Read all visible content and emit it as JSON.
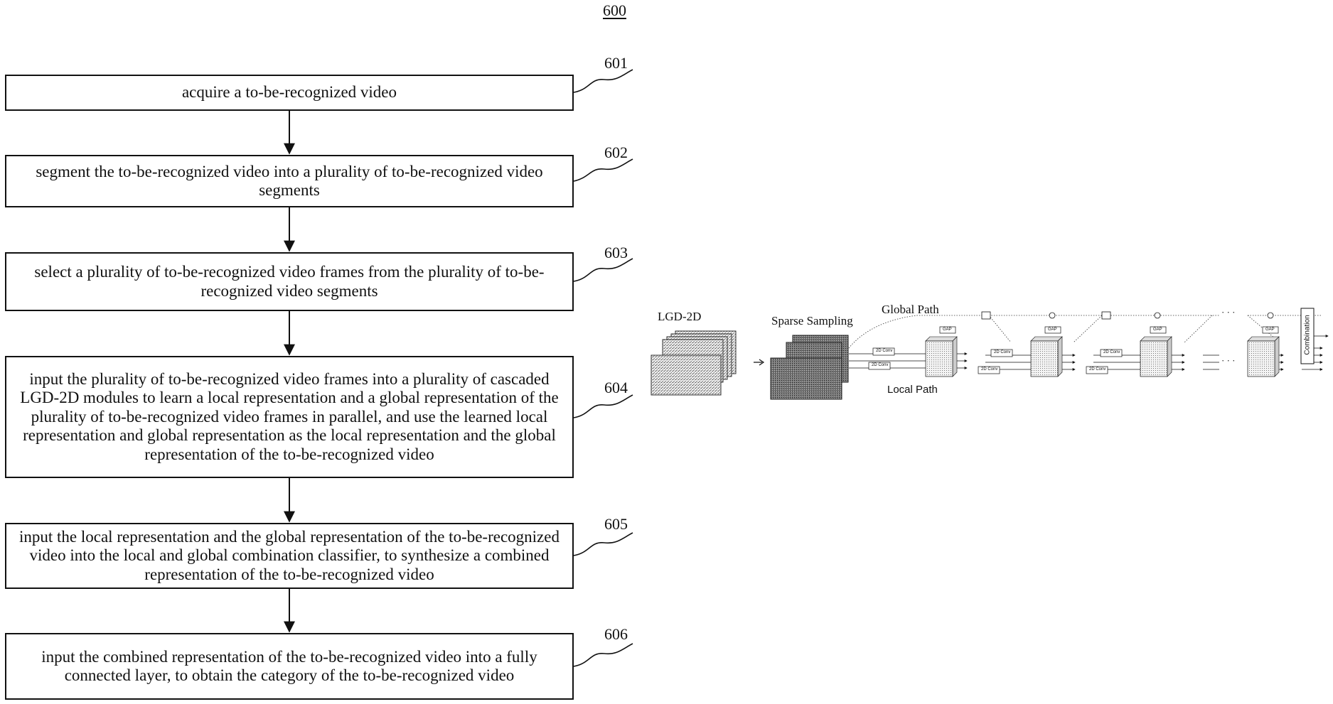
{
  "figure_number": "600",
  "steps": [
    {
      "ref": "601",
      "text": "acquire a to-be-recognized video"
    },
    {
      "ref": "602",
      "text": "segment the to-be-recognized video into a plurality of to-be-recognized video segments"
    },
    {
      "ref": "603",
      "text": "select a plurality of to-be-recognized video frames from the plurality of to-be-recognized video segments"
    },
    {
      "ref": "604",
      "text": "input the plurality of to-be-recognized video frames into a plurality of cascaded LGD-2D modules to learn a local representation and a global representation of the plurality of to-be-recognized video frames in parallel, and use the learned local representation and global representation as the local representation and the global representation of the to-be-recognized video"
    },
    {
      "ref": "605",
      "text": "input the local representation and the global representation of the to-be-recognized video into the local and global combination classifier, to synthesize a combined representation of the to-be-recognized video"
    },
    {
      "ref": "606",
      "text": "input the combined representation of the to-be-recognized video into a fully connected layer, to obtain the category of the to-be-recognized video"
    }
  ],
  "architecture": {
    "input_label": "LGD-2D",
    "sampling_label": "Sparse Sampling",
    "global_path_label": "Global Path",
    "local_path_label": "Local Path",
    "conv_label": "2D Conv",
    "gap_label": "GAP",
    "ellipsis": "· · ·",
    "combination_label": "Combination"
  }
}
